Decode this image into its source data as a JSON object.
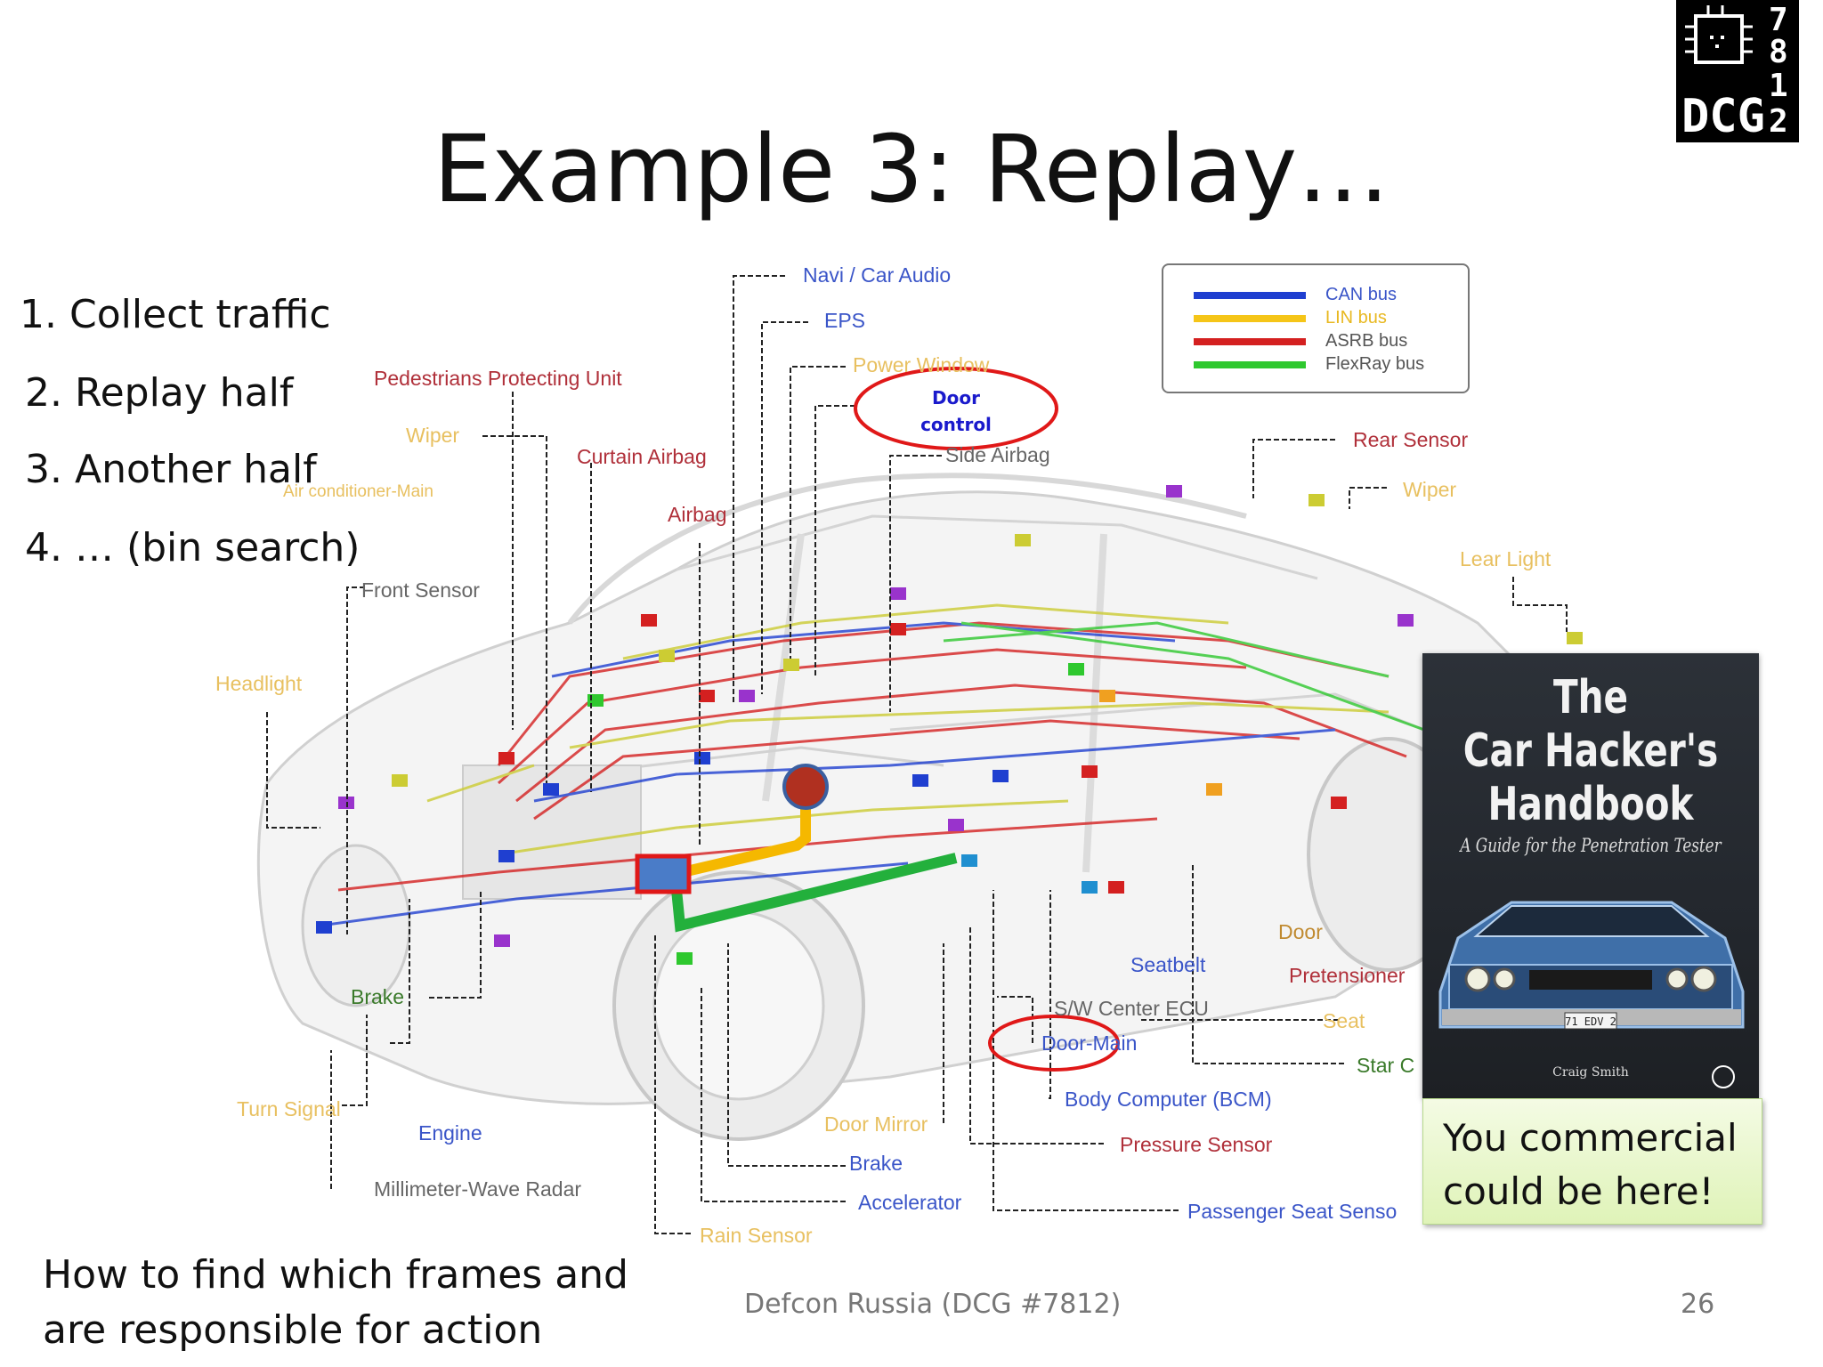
{
  "slide": {
    "title": "Example 3: Replay…",
    "steps": [
      "1. Collect traffic",
      "2. Replay half",
      "3. Another half",
      "4. … (bin search)"
    ],
    "question": "How to find which frames and are responsible for action",
    "footer": "Defcon Russia (DCG #7812)",
    "page_number": "26"
  },
  "logo": {
    "text": "DCG",
    "digits": [
      "7",
      "8",
      "1",
      "2"
    ]
  },
  "legend": [
    {
      "label": "CAN bus",
      "color": "#1f3fd0",
      "text_color": "#3a55c8"
    },
    {
      "label": "LIN bus",
      "color": "#f5c518",
      "text_color": "#e8b820"
    },
    {
      "label": "ASRB bus",
      "color": "#d42020",
      "text_color": "#555555"
    },
    {
      "label": "FlexRay bus",
      "color": "#2ec82e",
      "text_color": "#555555"
    }
  ],
  "door_control": {
    "line1": "Door",
    "line2": "control",
    "color": "#1a1acc"
  },
  "labels": {
    "navi": "Navi / Car Audio",
    "eps": "EPS",
    "power_window": "Power Window",
    "side_airbag": "Side Airbag",
    "pedestrians": "Pedestrians Protecting Unit",
    "wiper_front": "Wiper",
    "curtain_airbag": "Curtain Airbag",
    "air_conditioner": "Air conditioner-Main",
    "airbag": "Airbag",
    "front_sensor": "Front Sensor",
    "headlight": "Headlight",
    "brake_left": "Brake",
    "turn_signal": "Turn Signal",
    "engine": "Engine",
    "radar": "Millimeter-Wave Radar",
    "rain_sensor": "Rain Sensor",
    "accelerator": "Accelerator",
    "brake_bottom": "Brake",
    "door_mirror": "Door Mirror",
    "pressure_sensor": "Pressure Sensor",
    "passenger_seat": "Passenger Seat Senso",
    "body_computer": "Body Computer (BCM)",
    "door_main": "Door-Main",
    "sw_center": "S/W Center ECU",
    "seatbelt": "Seatbelt",
    "pretensioner": "Pretensioner",
    "seat": "Seat",
    "star_c": "Star C",
    "door_right": "Door",
    "rear_sensor": "Rear Sensor",
    "wiper_rear": "Wiper",
    "lear_light": "Lear Light"
  },
  "book": {
    "title_lines": [
      "The",
      "Car Hacker's",
      "Handbook"
    ],
    "subtitle": "A Guide for the Penetration Tester",
    "author": "Craig Smith",
    "plate": "71 EDV 2"
  },
  "ad": {
    "text": "You commercial could be here!"
  }
}
